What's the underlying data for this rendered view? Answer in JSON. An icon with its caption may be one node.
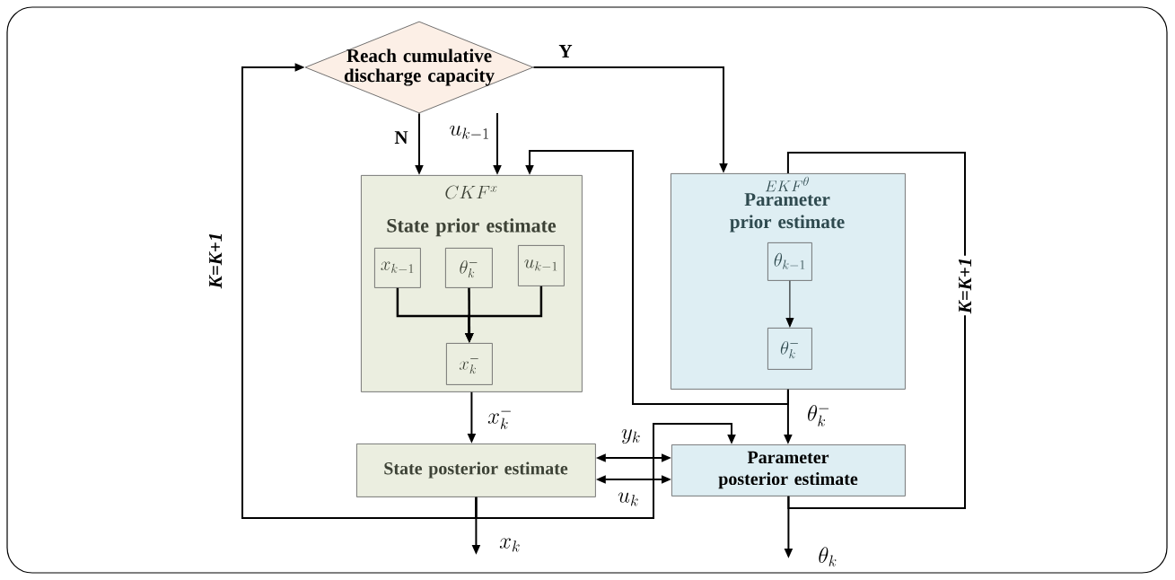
{
  "diagram": {
    "nodes": [
      {
        "text": [
          "Reach cumulative discharge capacity"
        ]
      },
      {
        "text": [
          "CKF^{x}",
          "State prior estimate"
        ]
      },
      {
        "text": [
          "x_{k-1}"
        ],
        "in": 1
      },
      {
        "text": [
          "\\theta_{k}^{-}"
        ],
        "in": 1
      },
      {
        "text": [
          "u_{k-1}"
        ],
        "in": 1
      },
      {
        "text": [
          "x_{k}^{-}"
        ],
        "in": 1
      },
      {
        "text": [
          "EKF^{\\theta}",
          "Parameter prior estimate"
        ]
      },
      {
        "text": [
          "\\theta_{k-1}"
        ],
        "in": 6
      },
      {
        "text": [
          "\\theta_{k}^{-}"
        ],
        "in": 6
      },
      {
        "text": [
          "State posterior estimate"
        ]
      },
      {
        "text": [
          "Parameter posterior estimate"
        ]
      }
    ],
    "edges": [
      {
        "from": 0,
        "to": 1,
        "arrow": "to",
        "label": "N"
      },
      {
        "from": 0,
        "to": 6,
        "arrow": "to",
        "label": "Y"
      },
      {
        "from": null,
        "to": 1,
        "arrow": "to",
        "label": "u_{k-1}"
      },
      {
        "from": 6,
        "to": 1,
        "arrow": "to"
      },
      {
        "from": 10,
        "to": 6,
        "arrow": "none",
        "label": "K=K+1"
      },
      {
        "from": 9,
        "to": 0,
        "arrow": "to",
        "label": "K=K+1"
      },
      {
        "from": 9,
        "to": 10,
        "arrow": "to"
      },
      {
        "from": 2,
        "to": 5,
        "arrow": "to"
      },
      {
        "from": 3,
        "to": 5,
        "arrow": "to"
      },
      {
        "from": 4,
        "to": 5,
        "arrow": "to"
      },
      {
        "from": 7,
        "to": 8,
        "arrow": "to"
      },
      {
        "from": 1,
        "to": 9,
        "arrow": "to",
        "label": "x_{k}^{-}"
      },
      {
        "from": 6,
        "to": 10,
        "arrow": "to",
        "label": "\\theta_{k}^{-}"
      },
      {
        "from": 9,
        "to": 10,
        "arrow": "both",
        "label": "y_{k}"
      },
      {
        "from": 9,
        "to": 10,
        "arrow": "both",
        "label": "u_{k}"
      },
      {
        "from": 9,
        "to": null,
        "arrow": "to",
        "label": "x_{k}"
      },
      {
        "from": 10,
        "to": null,
        "arrow": "to",
        "label": "\\theta_{k}"
      }
    ]
  }
}
